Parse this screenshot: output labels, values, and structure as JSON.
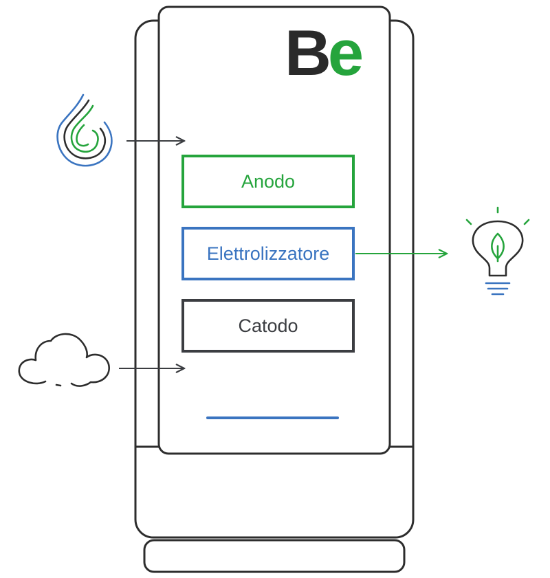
{
  "colors": {
    "green": "#25a43c",
    "blue": "#3a74c0",
    "dark": "#3b3d41",
    "black": "#2a2a2a"
  },
  "logo": {
    "first": "B",
    "second": "e"
  },
  "stack": {
    "anodo_label": "Anodo",
    "elettrolizzatore_label": "Elettrolizzatore",
    "catodo_label": "Catodo"
  },
  "icons": {
    "input_top": "water-drop-icon",
    "input_bottom": "cloud-icon",
    "output": "lightbulb-leaf-icon"
  }
}
